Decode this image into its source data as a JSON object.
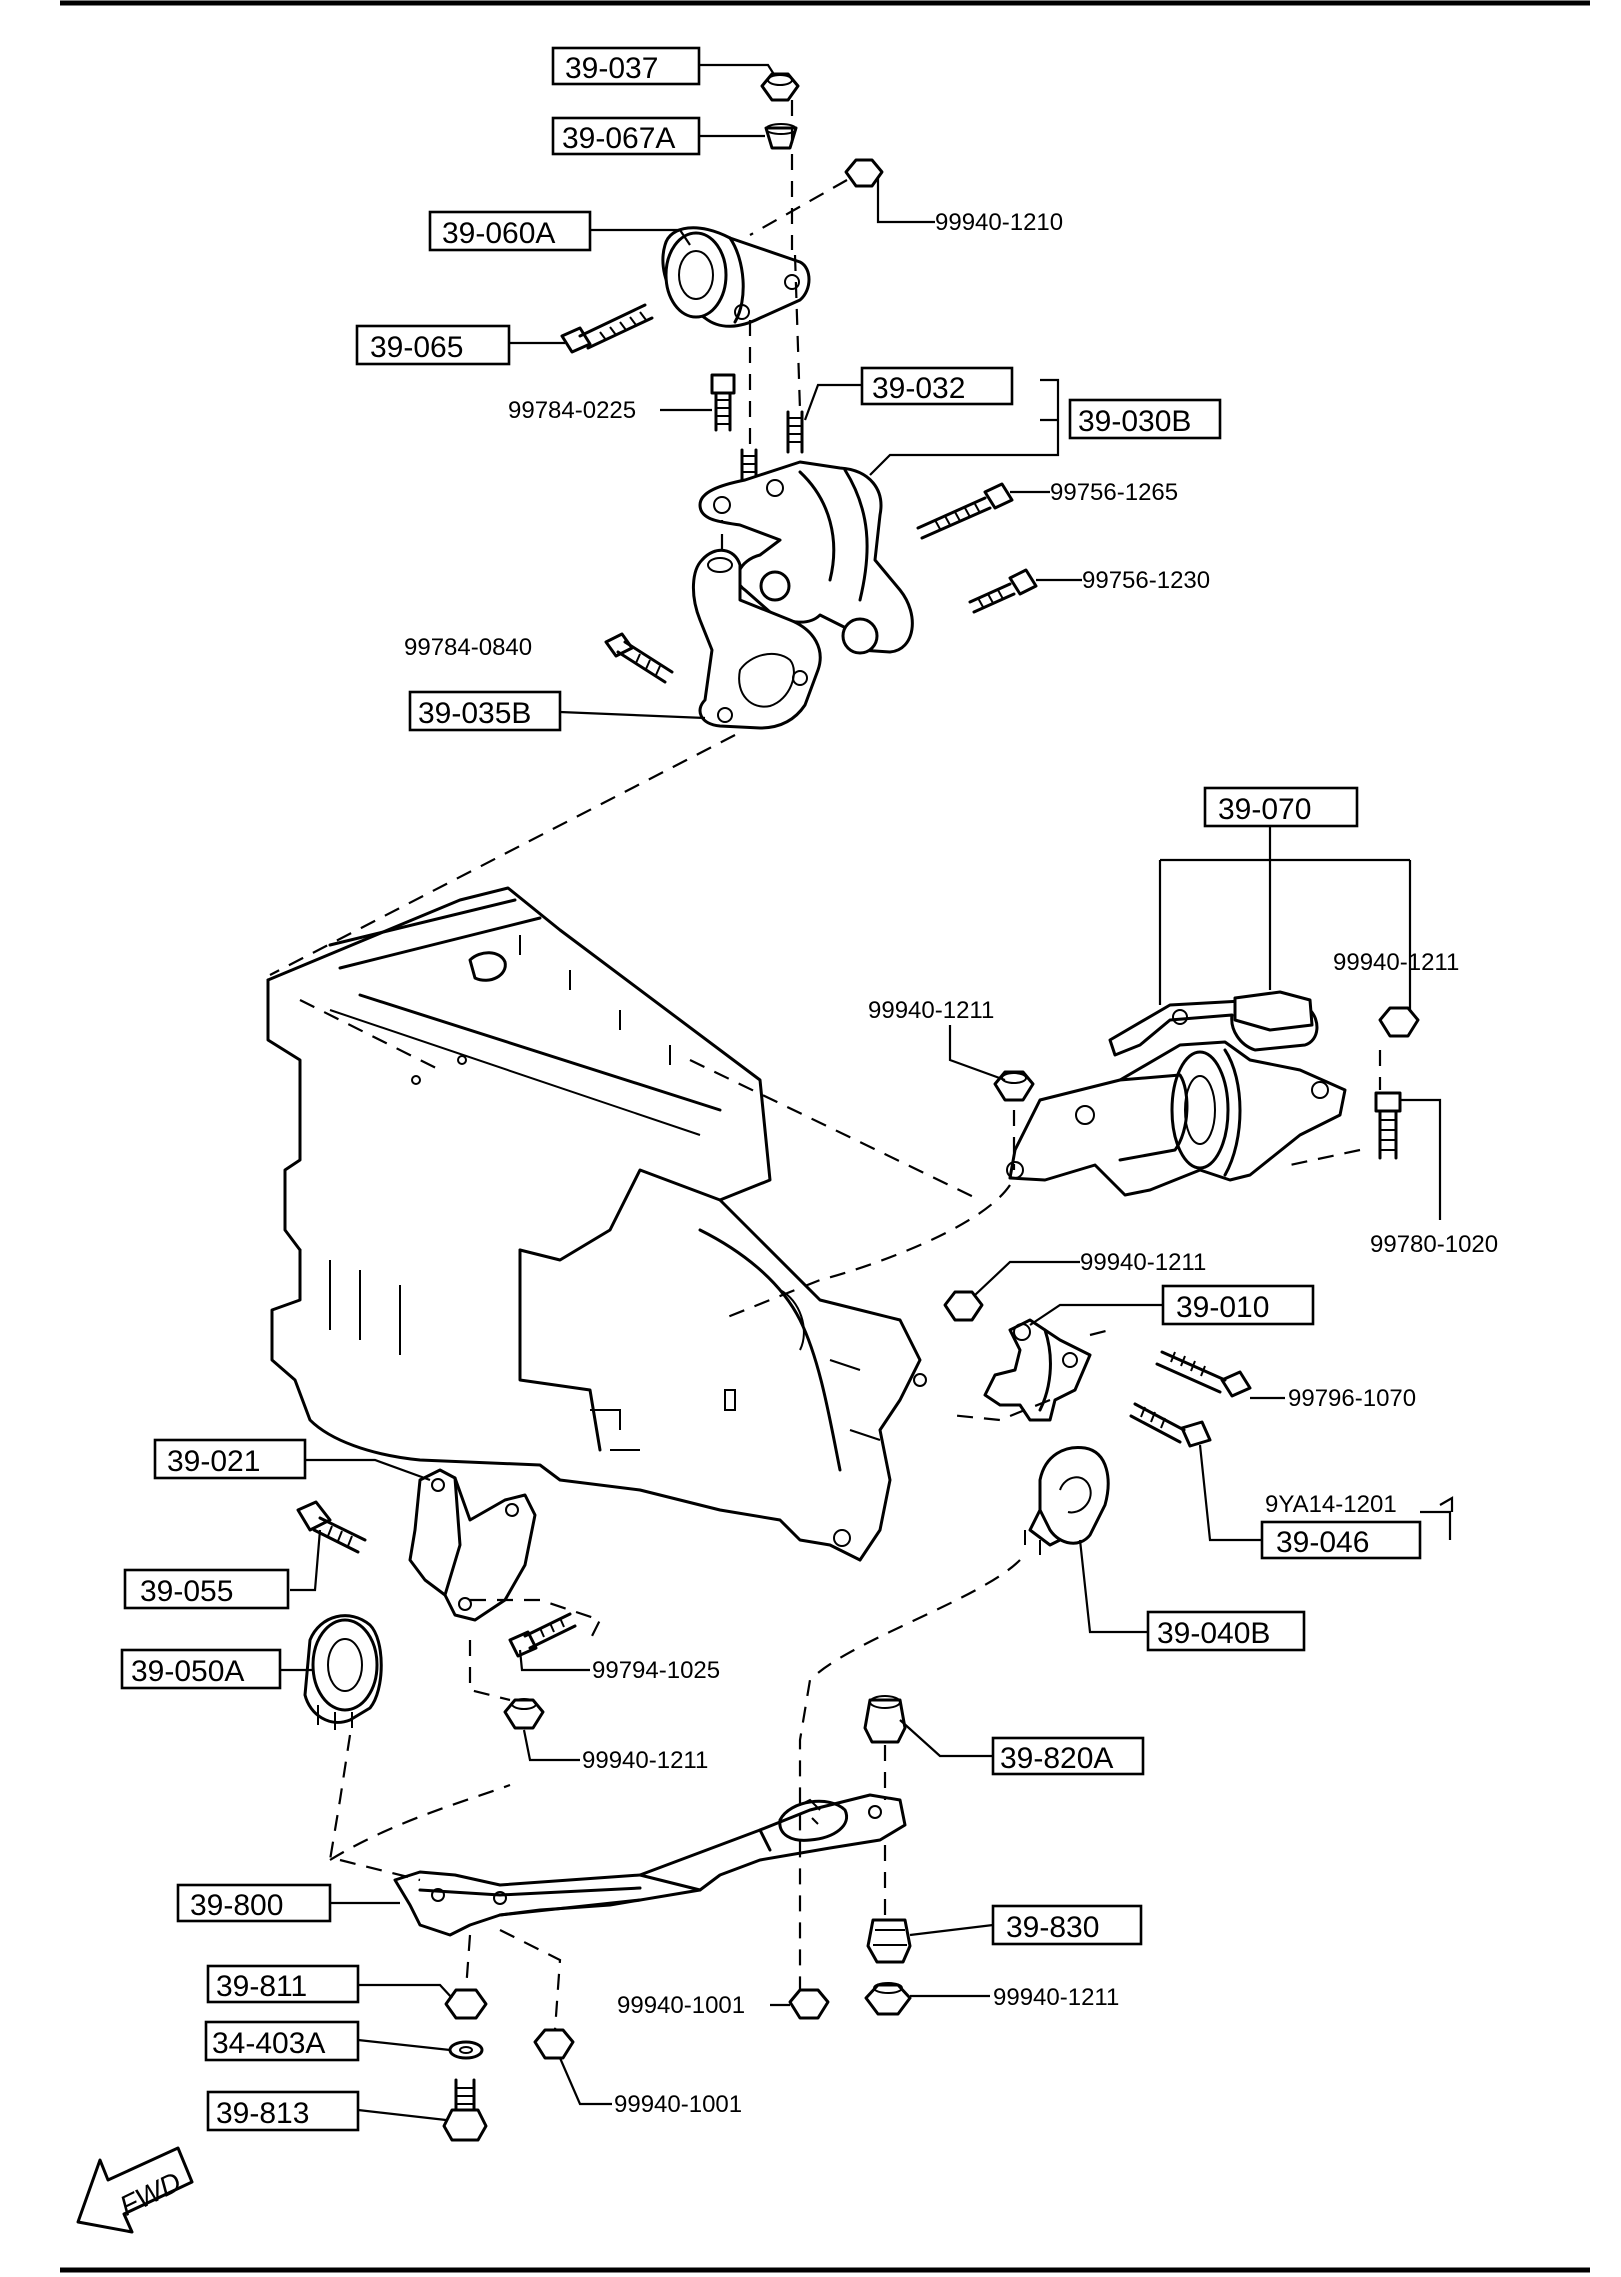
{
  "callouts": {
    "c39_037": "39-037",
    "c39_067A": "39-067A",
    "c39_060A": "39-060A",
    "c39_065": "39-065",
    "c39_032": "39-032",
    "c39_030B": "39-030B",
    "c39_035B": "39-035B",
    "c39_070": "39-070",
    "c39_010": "39-010",
    "c39_046": "39-046",
    "c39_040B": "39-040B",
    "c39_021": "39-021",
    "c39_055": "39-055",
    "c39_050A": "39-050A",
    "c39_820A": "39-820A",
    "c39_800": "39-800",
    "c39_830": "39-830",
    "c39_811": "39-811",
    "c34_403A": "34-403A",
    "c39_813": "39-813"
  },
  "part_numbers": {
    "p99940_1210": "99940-1210",
    "p99784_0225": "99784-0225",
    "p99756_1265": "99756-1265",
    "p99756_1230": "99756-1230",
    "p99784_0840": "99784-0840",
    "p99940_1211_a": "99940-1211",
    "p99940_1211_b": "99940-1211",
    "p99780_1020": "99780-1020",
    "p99940_1211_c": "99940-1211",
    "p99796_1070": "99796-1070",
    "p9YA14_1201": "9YA14-1201",
    "p99794_1025": "99794-1025",
    "p99940_1211_d": "99940-1211",
    "p99940_1001_a": "99940-1001",
    "p99940_1211_e": "99940-1211",
    "p99940_1001_b": "99940-1001"
  },
  "fwd_label": "FWD"
}
